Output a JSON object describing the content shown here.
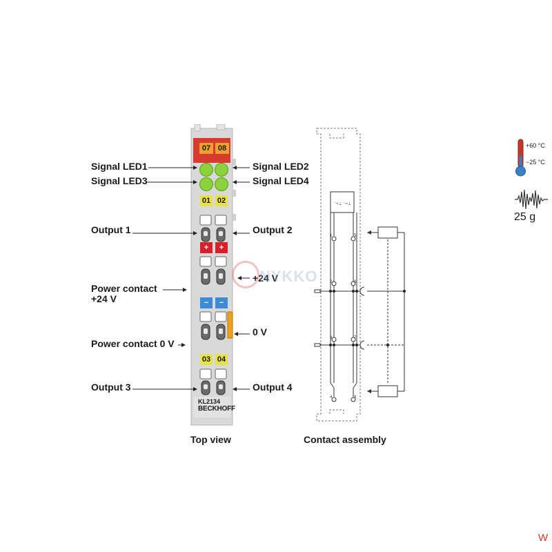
{
  "labels": {
    "signal_led1": "Signal LED1",
    "signal_led2": "Signal LED2",
    "signal_led3": "Signal LED3",
    "signal_led4": "Signal LED4",
    "output1": "Output 1",
    "output2": "Output 2",
    "output3": "Output 3",
    "output4": "Output 4",
    "power_contact_24v_line1": "Power contact",
    "power_contact_24v_line2": "+24 V",
    "plus_24v": "+24 V",
    "power_contact_0v": "Power contact 0 V",
    "zero_v": "0 V"
  },
  "module": {
    "led_tag_07": "07",
    "led_tag_08": "08",
    "tag_01": "01",
    "tag_02": "02",
    "tag_03": "03",
    "tag_04": "04",
    "plus_left": "+",
    "plus_right": "+",
    "minus_left": "−",
    "minus_right": "−",
    "model": "KL2134",
    "brand": "BECKHOFF",
    "colors": {
      "header_red": "#d83a2e",
      "tag_orange": "#f0a030",
      "led_green": "#8cd23a",
      "tag_yellow": "#e8e24a",
      "plus_red": "#d8202a",
      "minus_blue": "#3c8ad8",
      "housing_gray": "#d6d6d6"
    }
  },
  "captions": {
    "top_view": "Top view",
    "contact_assembly": "Contact assembly"
  },
  "schematic": {
    "pin1": "1",
    "pin2": "2",
    "pin3": "3",
    "pin4": "4",
    "pin5": "5",
    "pin6": "6",
    "pin7": "7",
    "pin8": "8"
  },
  "specs": {
    "temp_max": "+60 °C",
    "temp_min": "−25 °C",
    "weight": "25 g",
    "icons": [
      "thermometer-icon",
      "vibration-icon"
    ]
  },
  "watermark": "NYKKO",
  "corner_mark": "W"
}
